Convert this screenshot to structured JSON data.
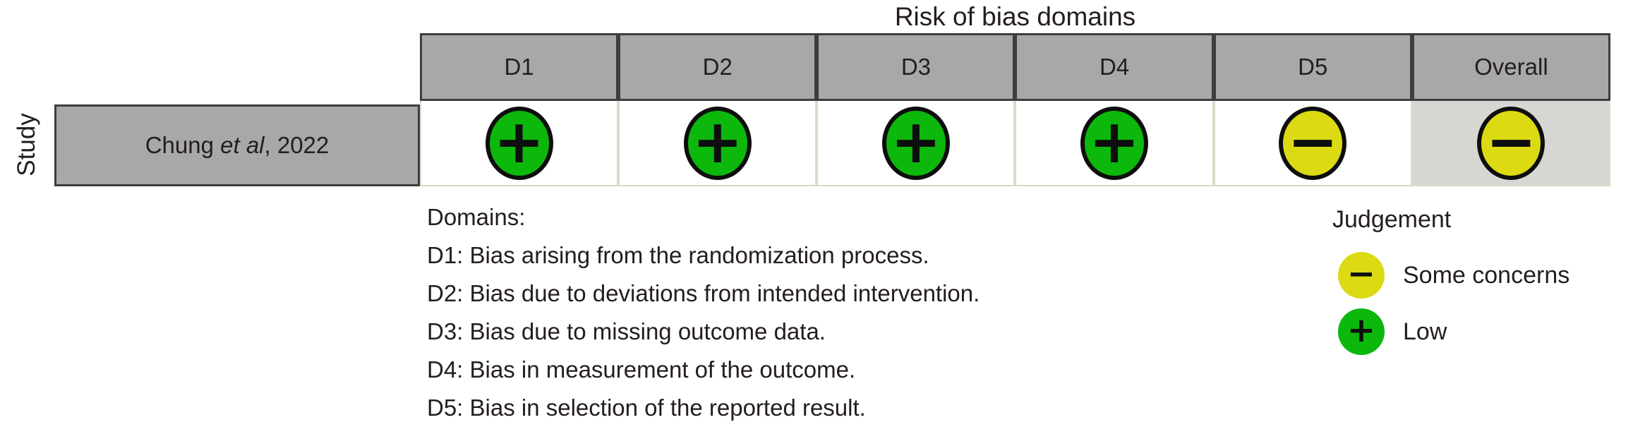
{
  "title": "Risk of bias domains",
  "axis": {
    "row_group_label": "Study"
  },
  "colors": {
    "low": "#0cb80c",
    "some_concerns": "#dbda13",
    "header_bg": "#a8a8a8",
    "overall_cell_bg": "#d6d6d3",
    "dark_border": "#3d3d3d",
    "light_border": "#d9dbca",
    "text": "#241d1d"
  },
  "chart_data": {
    "type": "table",
    "title": "Risk of bias domains",
    "row_header": "Study",
    "columns": [
      "D1",
      "D2",
      "D3",
      "D4",
      "D5",
      "Overall"
    ],
    "rows": [
      {
        "study_prefix": "Chung ",
        "study_italic": "et al",
        "study_suffix": ", 2022",
        "cells": [
          {
            "column": "D1",
            "judgement": "Low",
            "symbol": "+",
            "color": "#0cb80c"
          },
          {
            "column": "D2",
            "judgement": "Low",
            "symbol": "+",
            "color": "#0cb80c"
          },
          {
            "column": "D3",
            "judgement": "Low",
            "symbol": "+",
            "color": "#0cb80c"
          },
          {
            "column": "D4",
            "judgement": "Low",
            "symbol": "+",
            "color": "#0cb80c"
          },
          {
            "column": "D5",
            "judgement": "Some concerns",
            "symbol": "−",
            "color": "#dbda13"
          },
          {
            "column": "Overall",
            "judgement": "Some concerns",
            "symbol": "−",
            "color": "#dbda13"
          }
        ]
      }
    ],
    "legend_position": "bottom-right"
  },
  "domains_legend": {
    "heading": "Domains:",
    "items": [
      "D1: Bias arising from the randomization process.",
      "D2: Bias due to deviations from intended intervention.",
      "D3: Bias due to missing outcome data.",
      "D4: Bias in measurement of the outcome.",
      "D5: Bias in selection of the reported result."
    ]
  },
  "judgement_legend": {
    "heading": "Judgement",
    "items": [
      {
        "label": "Some concerns",
        "symbol": "−",
        "color": "#dbda13"
      },
      {
        "label": "Low",
        "symbol": "+",
        "color": "#0cb80c"
      }
    ]
  }
}
